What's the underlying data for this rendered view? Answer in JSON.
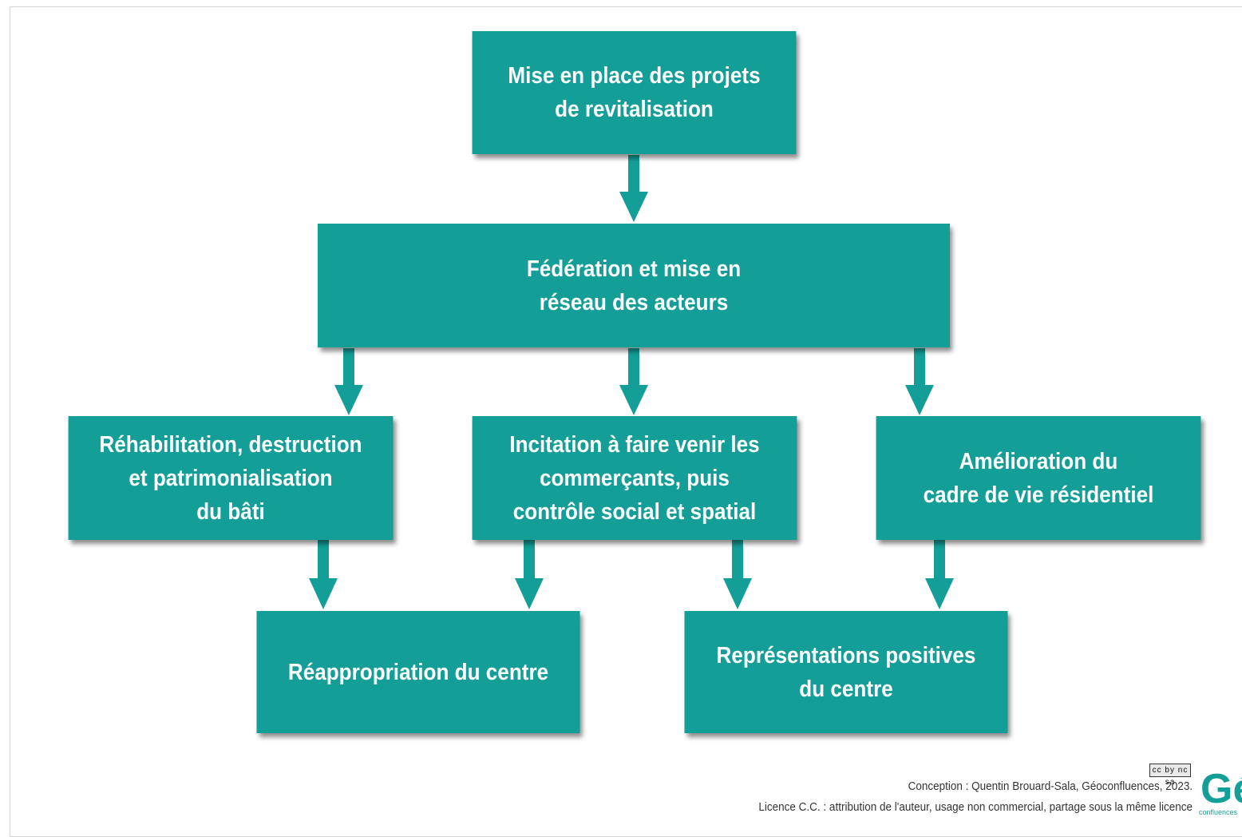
{
  "nodes": {
    "top": "Mise en place des projets\nde revitalisation",
    "federation": "Fédération et mise en\nréseau des acteurs",
    "rehabilitation": "Réhabilitation, destruction\net patrimonialisation\ndu bâti",
    "incitation": "Incitation à faire venir les\ncommerçants, puis\ncontrôle social et spatial",
    "amelioration": "Amélioration du\ncadre de vie résidentiel",
    "reappropriation": "Réappropriation du centre",
    "representations": "Représentations positives\ndu centre"
  },
  "footer": {
    "conception": "Conception : Quentin Brouard-Sala, Géoconfluences, 2023.",
    "licence": "Licence C.C. : attribution de l'auteur, usage non commercial, partage sous la même licence"
  },
  "logo": {
    "letters": "Géo",
    "subtitle": "confluences"
  },
  "colors": {
    "box": "#139f98",
    "arrow": "#139f98",
    "text": "#ffffff"
  }
}
